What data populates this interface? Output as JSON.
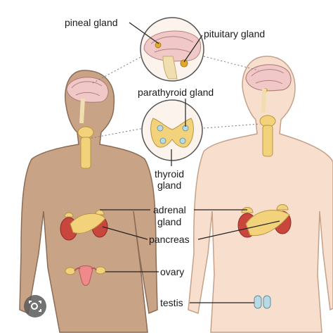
{
  "labels": {
    "pineal": "pineal gland",
    "pituitary": "pituitary gland",
    "parathyroid": "parathyroid gland",
    "thyroid_line1": "thyroid",
    "thyroid_line2": "gland",
    "adrenal_line1": "adrenal",
    "adrenal_line2": "gland",
    "pancreas": "pancreas",
    "ovary": "ovary",
    "testis": "testis"
  },
  "colors": {
    "female_skin": "#c9a386",
    "male_skin": "#f8dfcd",
    "skin_outline": "#8a6c57",
    "gland_yellow": "#f2d27a",
    "gland_outline": "#b99443",
    "brain": "#f1c8c8",
    "kidney": "#c9463d",
    "ovary_pink": "#f08a8a",
    "inset_bg": "#fbf3ec",
    "leader_line": "#222222",
    "dotted_line": "#7a7a7a"
  },
  "icons": {
    "lens_button": "google-lens-icon"
  }
}
